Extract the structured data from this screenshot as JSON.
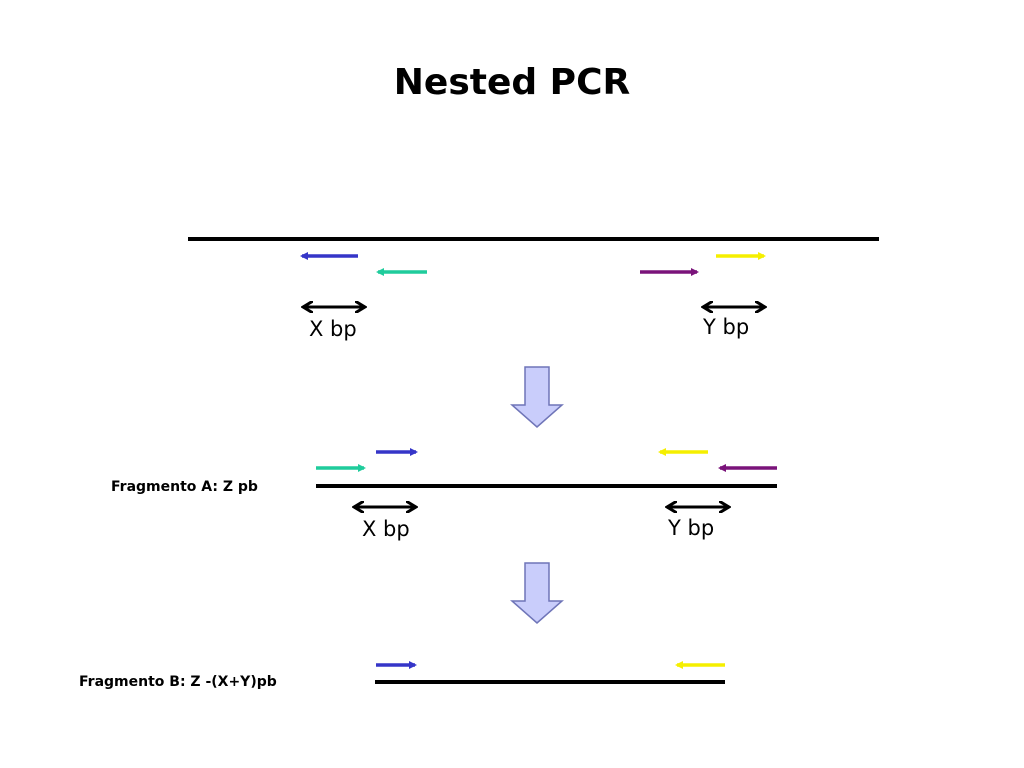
{
  "title": "Nested PCR",
  "labels": {
    "x_bp": "X bp",
    "y_bp": "Y bp",
    "fragment_a": "Fragmento A: Z pb",
    "fragment_b": "Fragmento B: Z -(X+Y)pb"
  },
  "colors": {
    "dna": "#000000",
    "outer_primer": "#3535c8",
    "inner_primer": "#1fcc9c",
    "purple_primer": "#7a137a",
    "yellow_primer": "#f5ef00",
    "step_arrow_fill": "#c9cdfb",
    "step_arrow_stroke": "#6f75b8"
  }
}
